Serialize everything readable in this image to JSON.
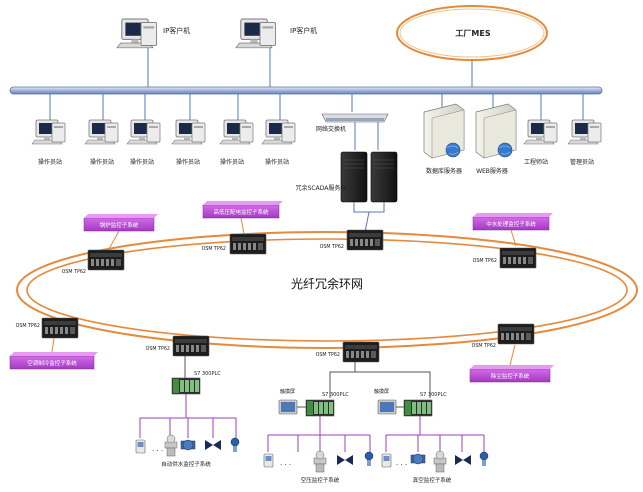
{
  "network": {
    "ip_client_labels": [
      "IP客户机",
      "IP客户机"
    ],
    "factory_mes": "工厂MES",
    "network_switch": "网络交换机",
    "redundant_scada": "冗余SCADA服务器",
    "operator_station": "操作员站",
    "database_server": "数据库服务器",
    "web_server": "WEB服务器",
    "engineering_station": "工程师站",
    "management_station": "管理员站",
    "fiber_ring": "光纤冗余环网",
    "osm_tag": "OSM TP62",
    "plc_tag": "S7 300PLC",
    "touch_screen": "触摸屏",
    "subsystems": {
      "boiler": "锅炉监控子系统",
      "hv_lv": "高低压配电监控子系统",
      "water_treatment": "中水处理监控子系统",
      "hvac": "空调制冷监控子系统",
      "dust": "除尘监控子系统",
      "water_supply": "自动供水监控子系统",
      "air_compressor": "空压监控子系统",
      "vacuum": "真空监控子系统"
    }
  },
  "colors": {
    "ring_orange": "#e58a3c",
    "purple_box": "#b53fd0",
    "purple_line": "#9c3cc0",
    "bus_blue": "#5577bb"
  }
}
